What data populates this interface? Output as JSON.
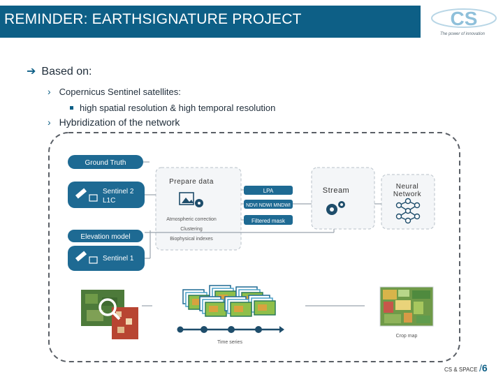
{
  "title": "REMINDER: EARTHSIGNATURE PROJECT",
  "logo": {
    "tagline": "The power of innovation",
    "letters": "CS"
  },
  "bullets": {
    "based_on": "Based on:",
    "item1": "Copernicus Sentinel satellites:",
    "item1_sub": "high spatial resolution & high temporal resolution",
    "item2": "Hybridization of the network"
  },
  "diagram": {
    "ground_truth": "Ground Truth",
    "sentinel2_line1": "Sentinel 2",
    "sentinel2_line2": "L1C",
    "elevation_model": "Elevation model",
    "sentinel1": "Sentinel 1",
    "prepare_data": "Prepare data",
    "atmospheric_correction": "Atmospheric correction",
    "clustering": "Clustering",
    "biophysical_indexes": "Biophysical indexes",
    "lpa": "LPA",
    "indices": "NDVI NDWI MNDWI",
    "filtered_mask": "Filtered mask",
    "stream": "Stream",
    "neural_line1": "Neural",
    "neural_line2": "Network",
    "time_series": "Time series",
    "crop_map": "Crop map"
  },
  "footer": {
    "company": "CS & SPACE",
    "separator": "/",
    "page": "6"
  },
  "colors": {
    "brand": "#0d5f86",
    "box": "#1e6a93",
    "light_box": "#f3f5f7"
  }
}
